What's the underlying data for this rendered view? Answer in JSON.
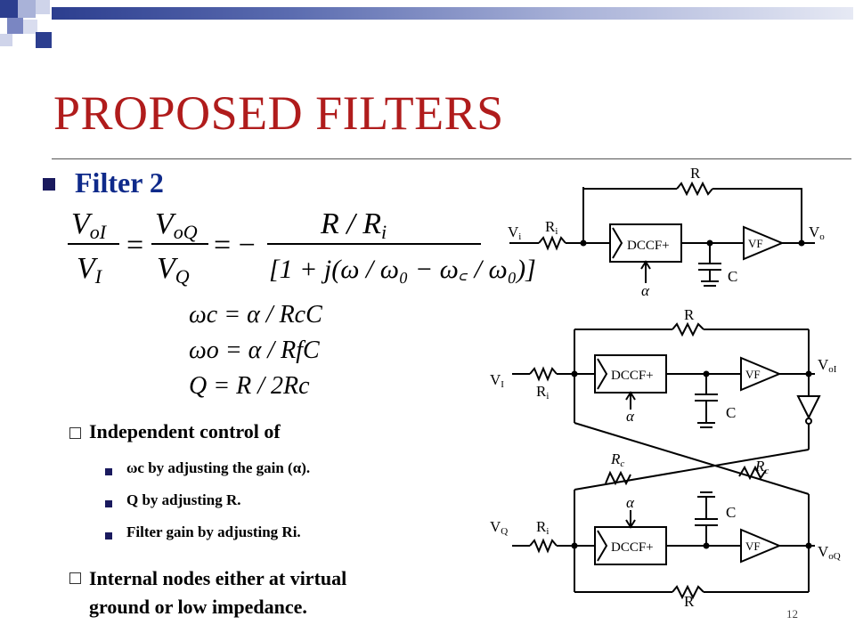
{
  "slide": {
    "title": "PROPOSED FILTERS",
    "page_number": "12"
  },
  "content": {
    "heading": "Filter 2",
    "equation_main": {
      "lhs1_num": "V",
      "lhs1_num_sub": "oI",
      "lhs1_den": "V",
      "lhs1_den_sub": "I",
      "lhs2_num": "V",
      "lhs2_num_sub": "oQ",
      "lhs2_den": "V",
      "lhs2_den_sub": "Q",
      "rhs_num": "R / R",
      "rhs_num_sub": "i",
      "rhs_den": "[1 + j(ω / ω₀ − ω꜀ / ω₀)]"
    },
    "equations": [
      "ωc = α / RcC",
      "ωo = α / RfC",
      "Q = R / 2Rc"
    ],
    "items": [
      {
        "label": "Independent control of",
        "sub": [
          "ωc by adjusting the gain (α).",
          "Q by adjusting R.",
          "Filter gain by adjusting Ri."
        ]
      },
      {
        "label": "Internal nodes either at virtual ground or low impedance.",
        "line1": "Internal nodes either at virtual",
        "line2": "ground or low impedance."
      }
    ]
  },
  "circuit_top": {
    "R": "R",
    "Ri": "R",
    "Ri_sub": "i",
    "Vi": "V",
    "Vi_sub": "i",
    "block": "DCCF+",
    "vf": "VF",
    "Vo": "V",
    "Vo_sub": "o",
    "C": "C",
    "alpha": "α"
  },
  "circuit_bottom": {
    "R_top": "R",
    "R_bottom": "R",
    "VI": "V",
    "VI_sub": "I",
    "VQ": "V",
    "VQ_sub": "Q",
    "Ri1": "R",
    "Ri1_sub": "i",
    "Ri2": "R",
    "Ri2_sub": "i",
    "block1": "DCCF+",
    "block2": "DCCF+",
    "vf1": "VF",
    "vf2": "VF",
    "VoI": "V",
    "VoI_sub": "oI",
    "VoQ": "V",
    "VoQ_sub": "oQ",
    "C1": "C",
    "C2": "C",
    "alpha1": "α",
    "alpha2": "α",
    "Rc1": "R",
    "Rc1_sub": "c",
    "Rc2": "R",
    "Rc2_sub": "c"
  },
  "colors": {
    "title": "#b01c1c",
    "heading": "#0f2a8a",
    "bullet": "#1a1a5e"
  }
}
